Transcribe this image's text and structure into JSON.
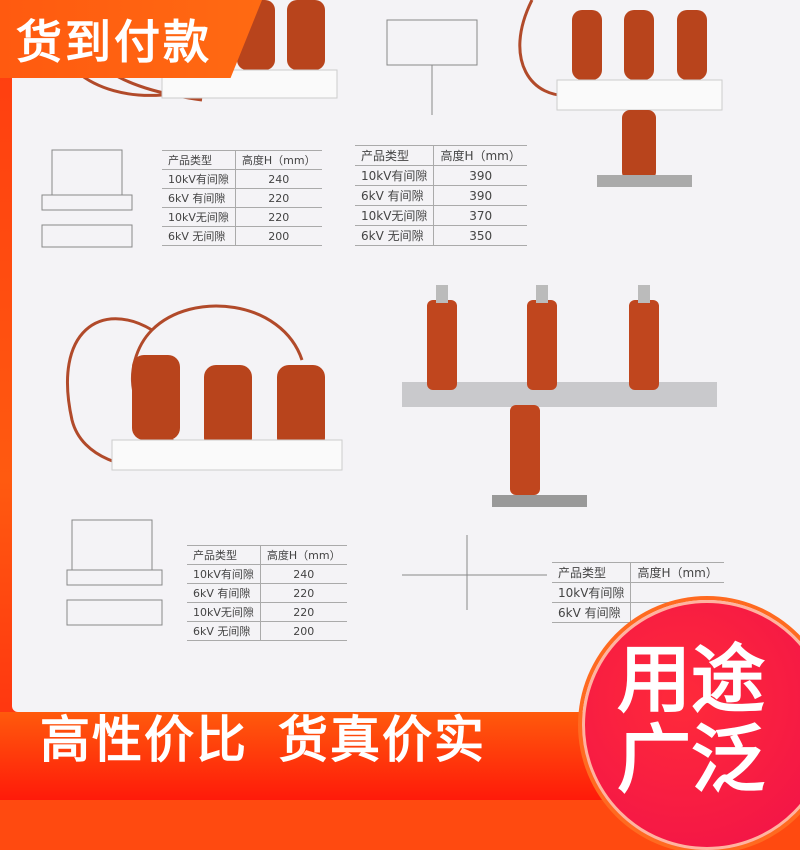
{
  "badge": {
    "label": "货到付款"
  },
  "tables": [
    {
      "header": [
        "产品类型",
        "高度H（mm）"
      ],
      "rows": [
        [
          "10kV有间隙",
          "240"
        ],
        [
          "6kV 有间隙",
          "220"
        ],
        [
          "10kV无间隙",
          "220"
        ],
        [
          "6kV 无间隙",
          "200"
        ]
      ]
    },
    {
      "header": [
        "产品类型",
        "高度H（mm）"
      ],
      "rows": [
        [
          "10kV有间隙",
          "390"
        ],
        [
          "6kV 有间隙",
          "390"
        ],
        [
          "10kV无间隙",
          "370"
        ],
        [
          "6kV 无间隙",
          "350"
        ]
      ]
    },
    {
      "header": [
        "产品类型",
        "高度H（mm）"
      ],
      "rows": [
        [
          "10kV有间隙",
          "240"
        ],
        [
          "6kV 有间隙",
          "220"
        ],
        [
          "10kV无间隙",
          "220"
        ],
        [
          "6kV 无间隙",
          "200"
        ]
      ]
    },
    {
      "header": [
        "产品类型",
        "高度H（mm）"
      ],
      "rows": [
        [
          "10kV有间隙",
          ""
        ],
        [
          "6kV 有间隙",
          ""
        ]
      ]
    }
  ],
  "banner": {
    "slogan_left": "高性价比",
    "slogan_right": "货真价实",
    "circle_line1": "用途",
    "circle_line2": "广泛"
  },
  "colors": {
    "accent": "#ff5a10",
    "red": "#ff1a0a",
    "circle": "#f0104a",
    "porcelain": "#c0461e"
  }
}
